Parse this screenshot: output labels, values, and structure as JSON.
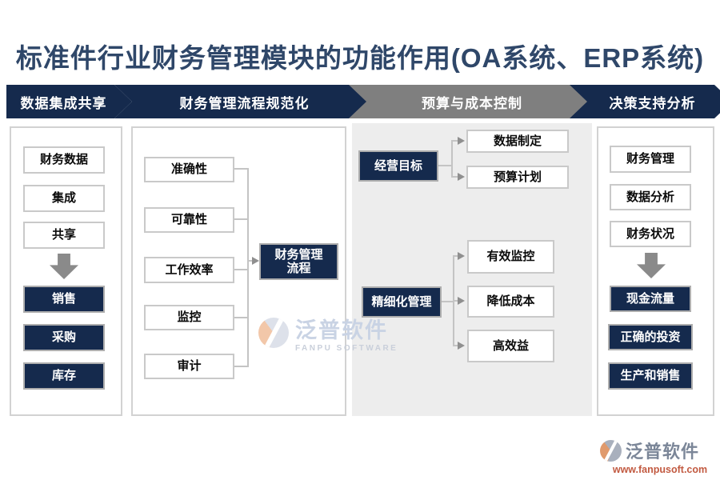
{
  "title": "标准件行业财务管理模块的功能作用(OA系统、ERP系统)",
  "colors": {
    "navy": "#152a4d",
    "step_gray": "#7f7f7f",
    "box_border_gray": "#c9c9c9",
    "connector_gray": "#c4c4c4",
    "panel_gray_bg": "#ededed",
    "title_text": "#2f4769",
    "url_text": "#c25a41",
    "logo_orange": "#e08a54"
  },
  "steps": [
    {
      "label": "数据集成共享"
    },
    {
      "label": "财务管理流程规范化"
    },
    {
      "label": "预算与成本控制"
    },
    {
      "label": "决策支持分析"
    }
  ],
  "col1": {
    "top_boxes": [
      "财务数据",
      "集成",
      "共享"
    ],
    "bottom_boxes": [
      "销售",
      "采购",
      "库存"
    ]
  },
  "col2": {
    "factors": [
      "准确性",
      "可靠性",
      "工作效率",
      "监控",
      "审计"
    ],
    "result_line1": "财务管理",
    "result_line2": "流程"
  },
  "col3": {
    "groups": [
      {
        "source": "经营目标",
        "targets": [
          "数据制定",
          "预算计划"
        ]
      },
      {
        "source": "精细化管理",
        "targets": [
          "有效监控",
          "降低成本",
          "高效益"
        ]
      }
    ]
  },
  "col4": {
    "top_boxes": [
      "财务管理",
      "数据分析",
      "财务状况"
    ],
    "bottom_boxes": [
      "现金流量",
      "正确的投资",
      "生产和销售"
    ]
  },
  "watermark": {
    "name": "泛普软件",
    "subtitle": "FANPU SOFTWARE"
  },
  "footer_logo": {
    "name": "泛普软件",
    "url": "www.fanpusoft.com"
  }
}
